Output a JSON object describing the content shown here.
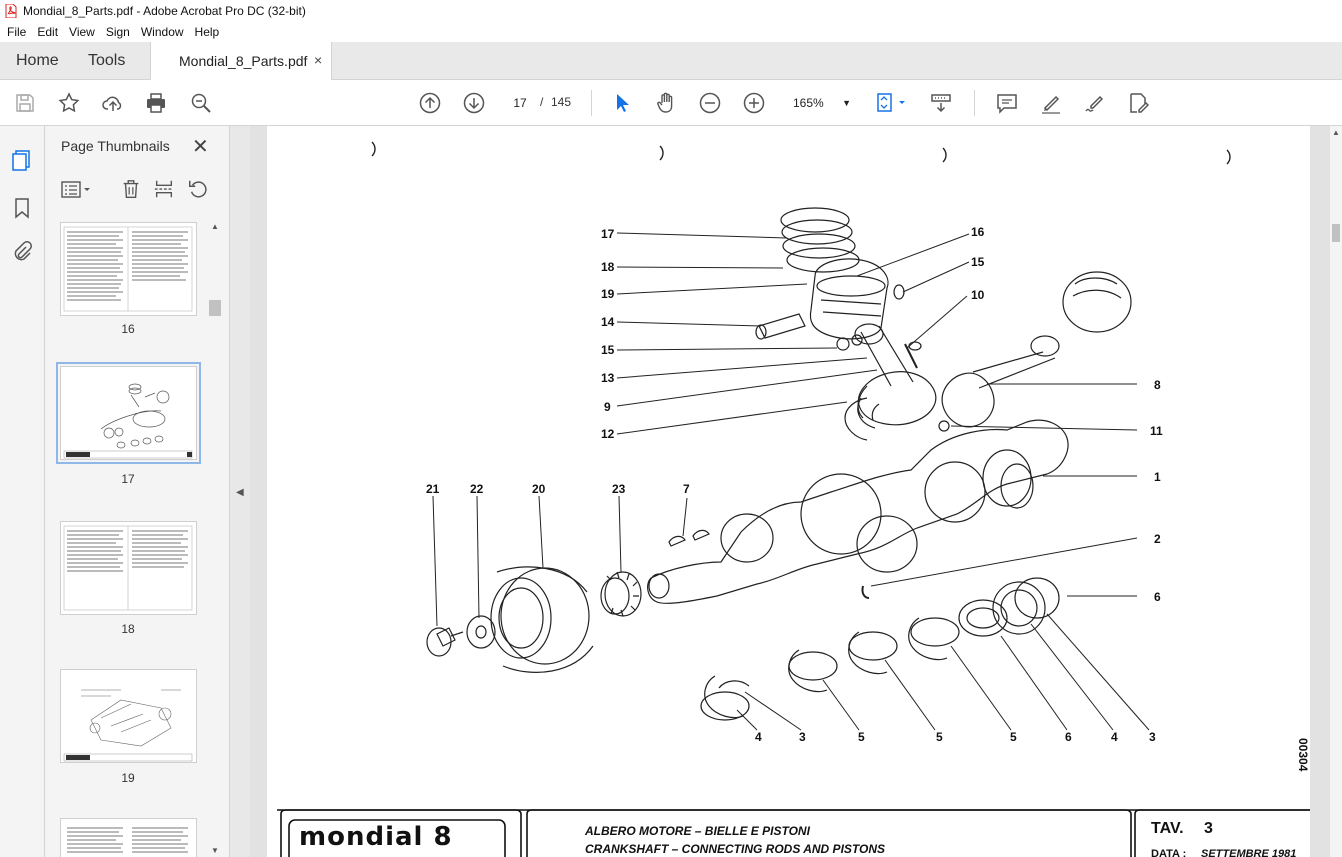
{
  "window": {
    "title": "Mondial_8_Parts.pdf - Adobe Acrobat Pro DC (32-bit)"
  },
  "menu": [
    "File",
    "Edit",
    "View",
    "Sign",
    "Window",
    "Help"
  ],
  "tabs": {
    "home": "Home",
    "tools": "Tools",
    "document": "Mondial_8_Parts.pdf",
    "close": "×"
  },
  "toolbar": {
    "current_page": "17",
    "separator": "/",
    "total_pages": "145",
    "zoom": "165%"
  },
  "thumbnails": {
    "title": "Page Thumbnails",
    "close": "✕",
    "pages": [
      {
        "number": "16",
        "selected": false
      },
      {
        "number": "17",
        "selected": true
      },
      {
        "number": "18",
        "selected": false
      },
      {
        "number": "19",
        "selected": false
      }
    ]
  },
  "drawing": {
    "callouts": [
      "17",
      "18",
      "19",
      "14",
      "15",
      "13",
      "9",
      "12",
      "16",
      "15",
      "10",
      "8",
      "11",
      "1",
      "2",
      "6",
      "21",
      "22",
      "20",
      "23",
      "7",
      "4",
      "3",
      "5",
      "5",
      "5",
      "6",
      "4",
      "3"
    ],
    "drawing_number": "00304"
  },
  "title_block": {
    "brand": "mondial 8",
    "title_it": "ALBERO MOTORE – BIELLE E PISTONI",
    "title_en": "CRANKSHAFT – CONNECTING RODS AND PISTONS",
    "plate_label": "TAV.",
    "plate_number": "3",
    "date_label": "DATA :",
    "date_value": "SETTEMBRE 1981"
  },
  "colors": {
    "accent_blue": "#1473e6",
    "selection_outline": "#8fb8e8"
  }
}
